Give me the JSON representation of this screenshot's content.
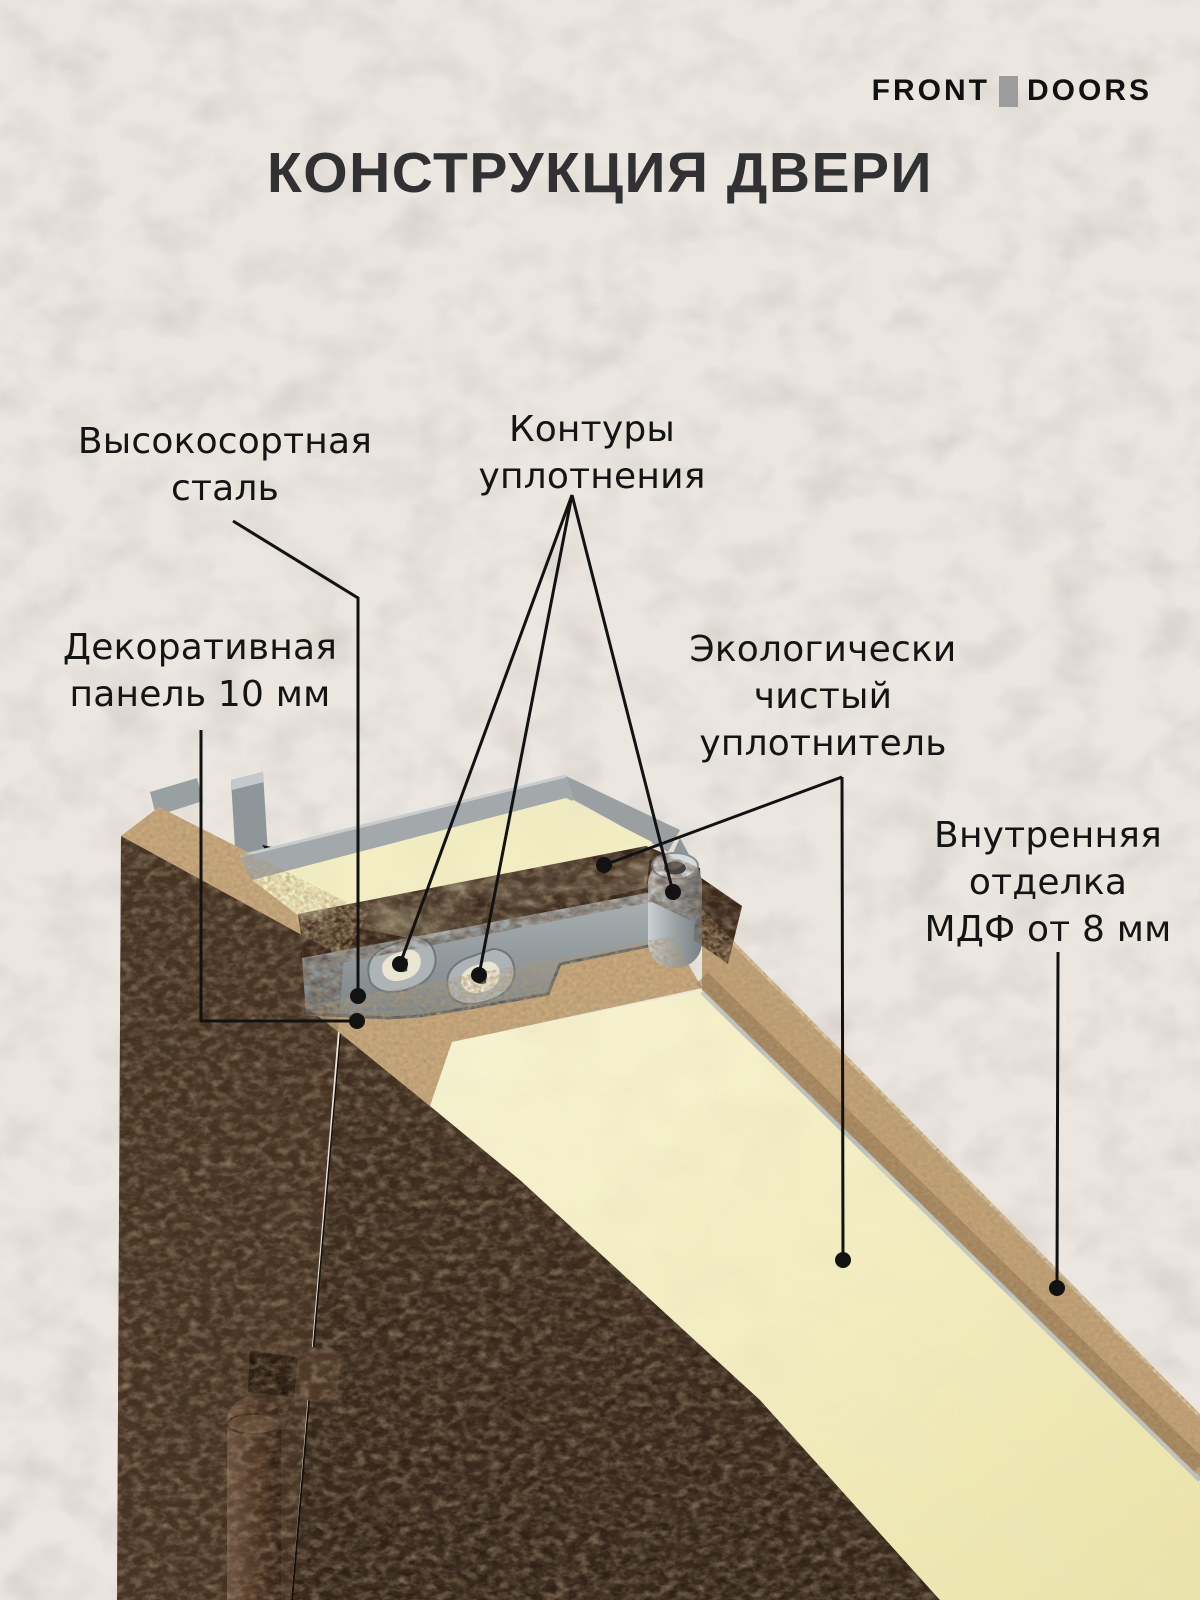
{
  "brand": {
    "front": "FRONT",
    "doors": "DOORS"
  },
  "title": "КОНСТРУКЦИЯ ДВЕРИ",
  "labels": {
    "steel": {
      "lines": [
        "Высокосортная",
        "сталь"
      ]
    },
    "contours": {
      "lines": [
        "Контуры",
        "уплотнения"
      ]
    },
    "panel": {
      "lines": [
        "Декоративная",
        "панель 10 мм"
      ]
    },
    "eco": {
      "lines": [
        "Экологически",
        "чистый",
        "уплотнитель"
      ]
    },
    "mdf": {
      "lines": [
        "Внутренняя",
        "отделка",
        "МДФ от 8 мм"
      ]
    }
  },
  "colors": {
    "background": "#EBE6DF",
    "text": "#141414",
    "title": "#313134",
    "logo_text": "#111111",
    "logo_separator": "#9C9C9C",
    "leader": "#121212",
    "door_brown": "#3E2C1C",
    "chipboard_tan": "#C9A87C",
    "foam_yellow": "#F2EDC2",
    "seal_gray": "#99A0A2"
  }
}
